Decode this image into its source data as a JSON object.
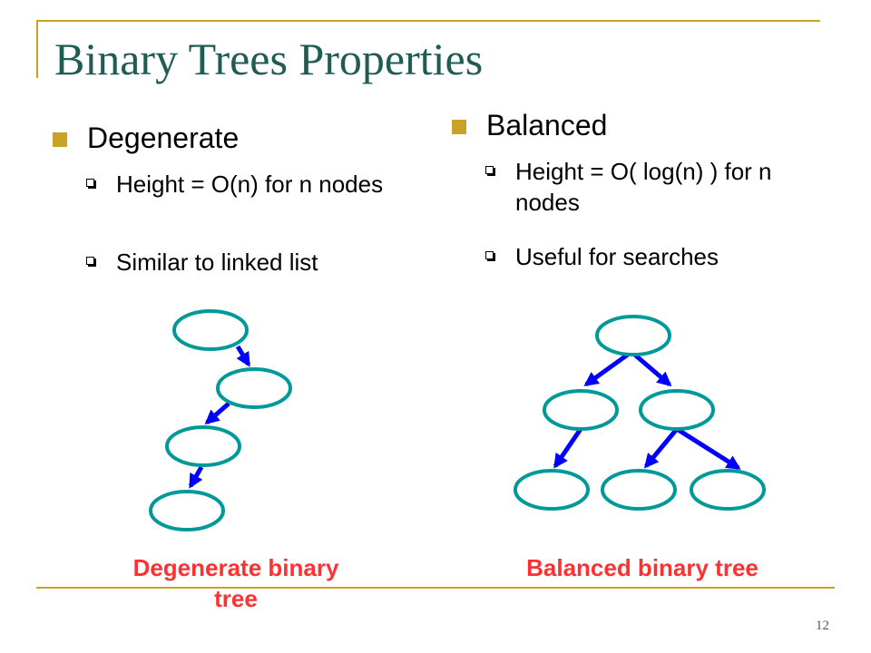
{
  "slide": {
    "title": "Binary Trees Properties",
    "page_number": "12",
    "left": {
      "heading": "Degenerate",
      "points": [
        "Height = O(n) for n nodes",
        "Similar to linked list"
      ]
    },
    "right": {
      "heading": "Balanced",
      "points": [
        "Height = O( log(n) ) for n nodes",
        "Useful for searches"
      ]
    },
    "captions": {
      "left": "Degenerate binary tree",
      "right": "Balanced binary tree"
    }
  },
  "colors": {
    "title": "#1f5c54",
    "accent": "#c9a227",
    "node_stroke": "#009999",
    "edge": "#0000ff",
    "caption": "#ff3030"
  },
  "trees": {
    "degenerate": {
      "nodes": [
        "n1",
        "n2",
        "n3",
        "n4"
      ],
      "edges": [
        [
          "n1",
          "n2"
        ],
        [
          "n2",
          "n3"
        ],
        [
          "n3",
          "n4"
        ]
      ]
    },
    "balanced": {
      "nodes": [
        "root",
        "left",
        "right",
        "left-left",
        "right-left",
        "right-right"
      ],
      "edges": [
        [
          "root",
          "left"
        ],
        [
          "root",
          "right"
        ],
        [
          "left",
          "left-left"
        ],
        [
          "right",
          "right-left"
        ],
        [
          "right",
          "right-right"
        ]
      ]
    }
  }
}
